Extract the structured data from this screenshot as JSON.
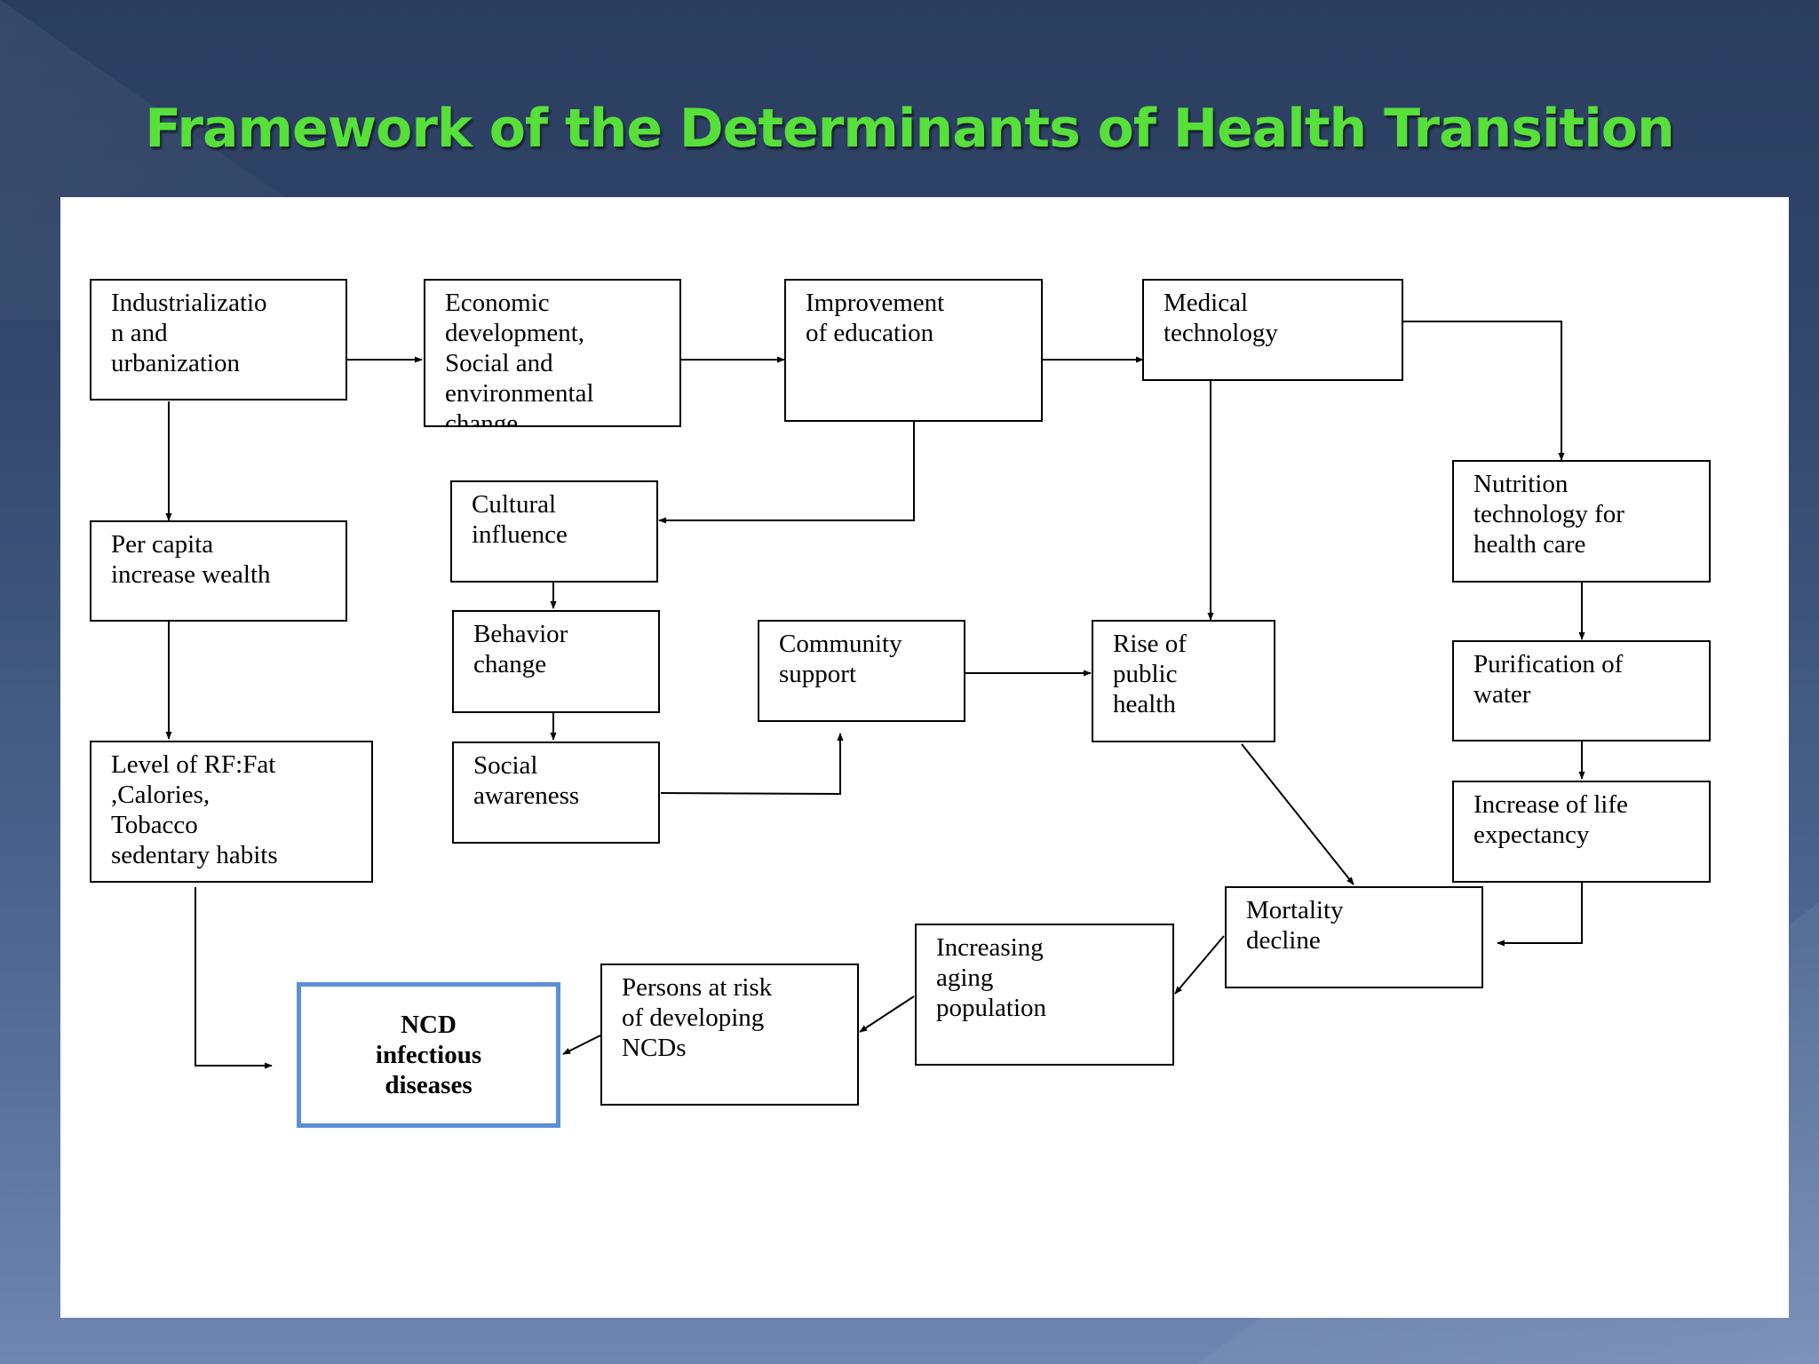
{
  "slide": {
    "title": "Framework of the Determinants of Health Transition"
  },
  "nodes": {
    "industrialization": "Industrializatio\nn and\nurbanization",
    "economic": "Economic\ndevelopment,\nSocial and\nenvironmental\nchange",
    "education": "Improvement\nof education",
    "medical": "Medical\ntechnology",
    "per_capita": "Per capita\nincrease wealth",
    "cultural": "Cultural\ninfluence",
    "behavior": "Behavior\nchange",
    "social": "Social\nawareness",
    "community": "Community\nsupport",
    "rise_public_health": "Rise of\npublic\nhealth",
    "nutrition": "Nutrition\ntechnology for\nhealth care",
    "purification": "Purification of\nwater",
    "life_expectancy": "Increase of life\nexpectancy",
    "risk_factors": "Level of RF:Fat\n,Calories,\nTobacco\nsedentary habits",
    "mortality": "Mortality\ndecline",
    "aging": "Increasing\naging\npopulation",
    "persons_risk": "Persons at risk\nof developing\nNCDs",
    "ncd": "NCD\ninfectious\ndiseases"
  },
  "colors": {
    "title": "#57e03a",
    "highlight_border": "#5b8fd6"
  }
}
